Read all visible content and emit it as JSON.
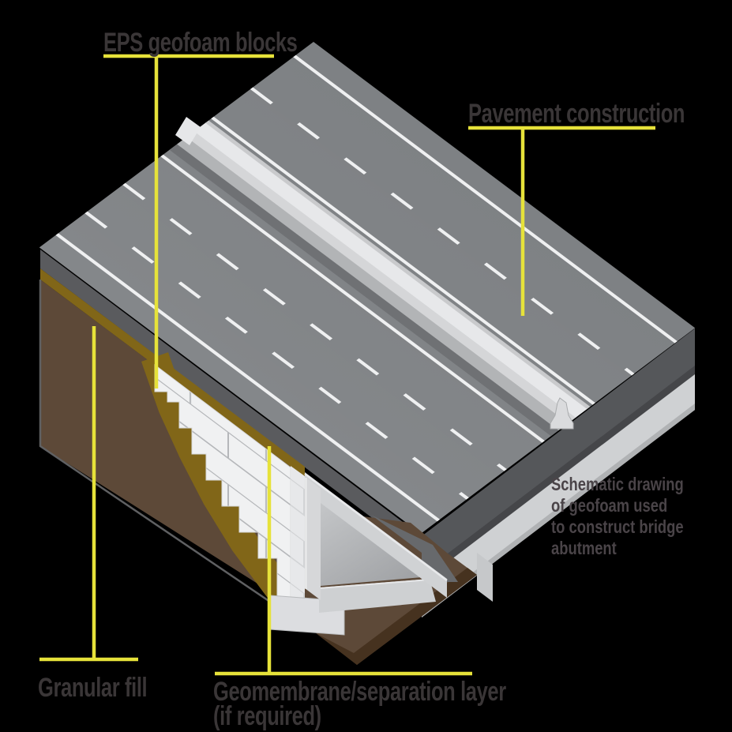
{
  "labels": {
    "eps": "EPS geofoam blocks",
    "pavement": "Pavement construction",
    "granular": "Granular fill",
    "geomembrane_line1": "Geomembrane/separation layer",
    "geomembrane_line2": "(if required)"
  },
  "note": [
    "Schematic drawing",
    "of geofoam used",
    "to construct bridge",
    "abutment"
  ],
  "colors": {
    "background": "#000000",
    "accent_yellow": "#e6e23a",
    "label_text": "#3a3637",
    "note_text": "#4a4448",
    "road_top": "#7e8184",
    "road_side": "#55575a",
    "road_side_dark": "#454649",
    "lane_marking": "#eff0f1",
    "barrier_light": "#e7e8ea",
    "barrier_top": "#d5d6d8",
    "barrier_shade": "#b2b4b6",
    "barrier_shadow": "#6f7174",
    "deck_concrete": "#cfd1d3",
    "deck_edge": "#b0b2b4",
    "soil": "#5d4938",
    "soil_dark": "#46321f",
    "geomembrane": "#816618",
    "foam": "#f0f1f2",
    "foam_joint": "#b5b7ba",
    "foam_end": "#e2e3e5",
    "concrete_beam": "#d0d2d4",
    "concrete_panel_light": "#c6c8ca",
    "concrete_panel_dark": "#a2a4a7",
    "under_shadow": "#67696c"
  }
}
